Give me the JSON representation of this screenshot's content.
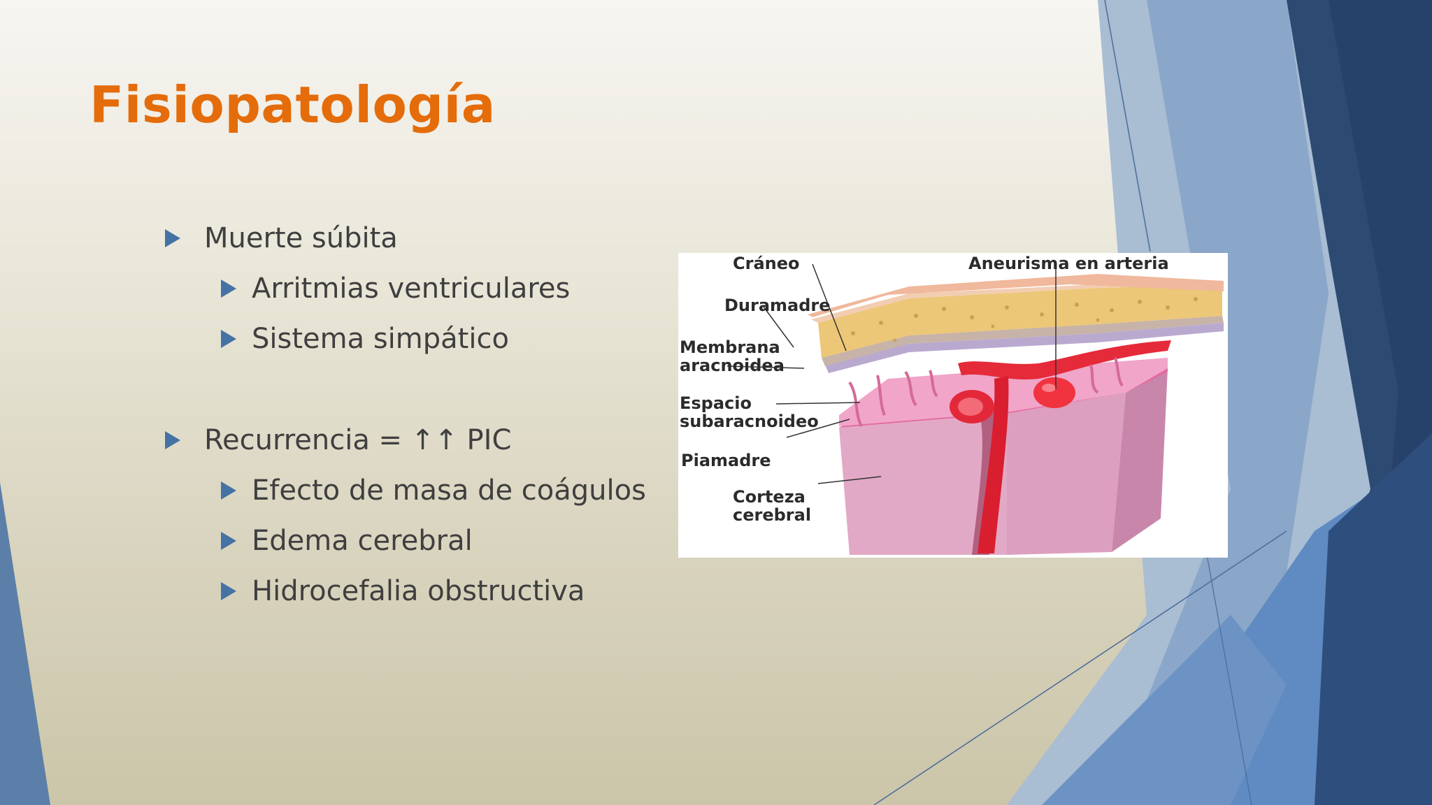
{
  "slide": {
    "title": "Fisiopatología",
    "bullets": [
      {
        "text": "Muerte súbita",
        "children": [
          "Arritmias ventriculares",
          "Sistema simpático"
        ]
      },
      {
        "text": "Recurrencia = ↑↑ PIC",
        "children": [
          "Efecto de masa de coágulos",
          "Edema cerebral",
          "Hidrocefalia obstructiva"
        ]
      }
    ]
  },
  "figure": {
    "labels": {
      "craneo": "Cráneo",
      "aneurisma": "Aneurisma en arteria",
      "duramadre": "Duramadre",
      "membrana": "Membrana",
      "aracnoidea": "aracnoidea",
      "espacio": "Espacio",
      "subaracnoideo": "subaracnoideo",
      "piamadre": "Piamadre",
      "corteza": "Corteza",
      "cerebral": "cerebral"
    }
  },
  "colors": {
    "title": "#e46c0a",
    "bullet_arrow": "#4472a4",
    "body_text": "#3f3f3f",
    "deco_dark": "#2d4a72",
    "deco_light": "#8aa6c8"
  },
  "icons": {
    "bullet": "triangle-right-icon"
  }
}
